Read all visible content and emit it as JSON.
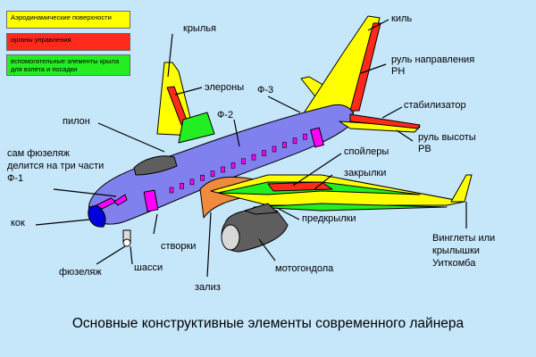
{
  "legend": {
    "aero": {
      "text": "Аэродинамические поверхности",
      "color": "#ffff00"
    },
    "controls": {
      "text": "органы управления",
      "color": "#ff2a1a"
    },
    "aux": {
      "text": "вспомогательные элементы крыла для взлета и посадки",
      "color": "#22ee22"
    }
  },
  "labels": {
    "wings": "крылья",
    "ailerons": "элероны",
    "keel": "киль",
    "rudder": "руль направления",
    "rudder_short": "РН",
    "f3": "Ф-3",
    "stabilizer": "стабилизатор",
    "f2": "Ф-2",
    "elevator": "руль высоты",
    "elevator_short": "РВ",
    "pylon": "пилон",
    "fuselage_parts_1": "сам фюзеляж",
    "fuselage_parts_2": "делится на три части",
    "f1": "Ф-1",
    "spoilers": "спойлеры",
    "flaps": "закрылки",
    "slats": "предкрылки",
    "nose_cone": "кок",
    "doors": "створки",
    "fuselage": "фюзеляж",
    "gear": "шасси",
    "winglets_1": "Винглеты или",
    "winglets_2": "крылышки",
    "winglets_3": "Уиткомба",
    "nacelle": "мотогондола",
    "fairing": "зализ"
  },
  "caption": "Основные конструктивные элементы современного лайнера",
  "colors": {
    "background": "#c6e6fa",
    "fuselage": "#8080ee",
    "window": "#ff00ff",
    "nacelle": "#5e5e5e",
    "fairing": "#f08a3c",
    "nose": "#0000dd"
  }
}
